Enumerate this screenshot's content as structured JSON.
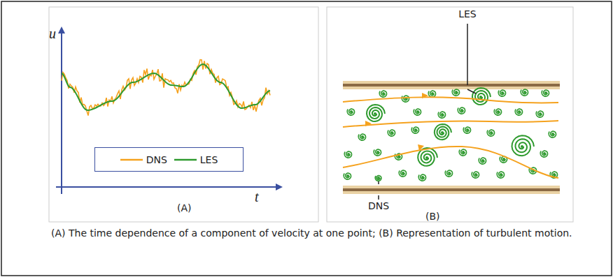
{
  "diagram": {
    "caption": "(A) The time dependence of a component of velocity at one point; (B) Representation of turbulent motion.",
    "labels": [
      "u",
      "t",
      "(A)",
      "LES",
      "DNS",
      "(B)"
    ],
    "legend": [
      {
        "text": "DNS"
      },
      {
        "text": "LES"
      }
    ]
  }
}
